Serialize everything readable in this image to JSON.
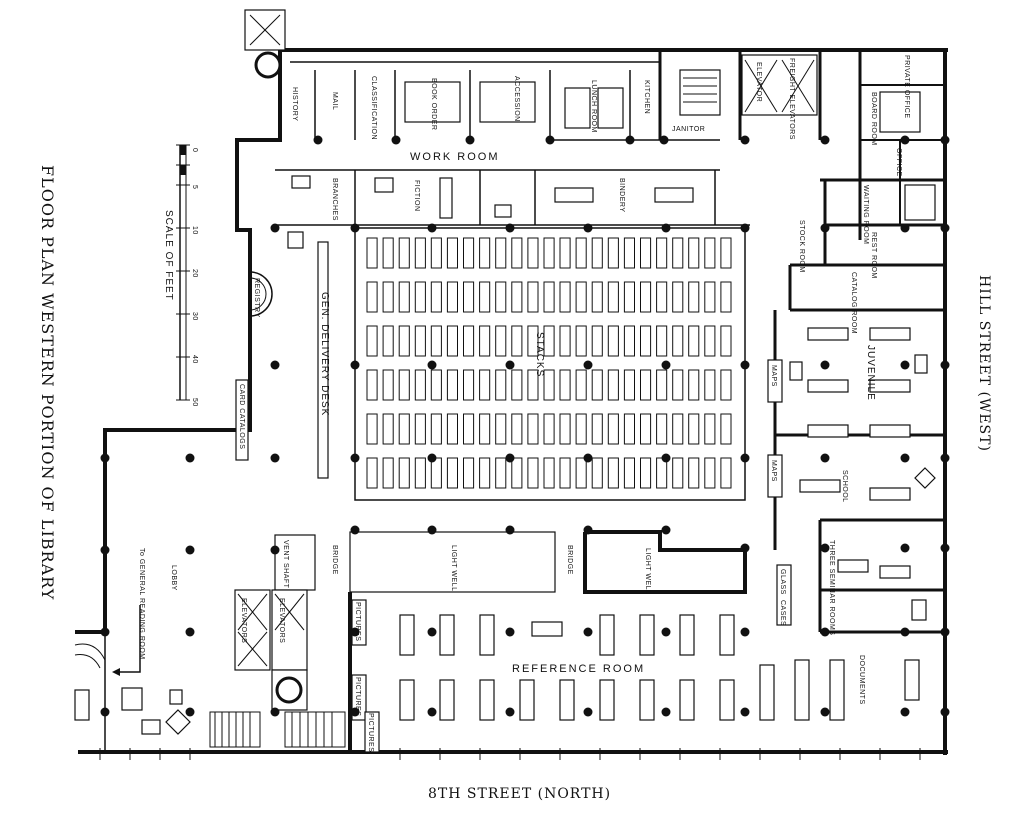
{
  "title": "FLOOR PLAN WESTERN PORTION OF LIBRARY",
  "streets": {
    "north": "8TH STREET (NORTH)",
    "west": "HILL STREET (WEST)"
  },
  "scale": {
    "label": "SCALE OF FEET",
    "ticks": [
      "0",
      "5",
      "10",
      "20",
      "30",
      "40",
      "50"
    ]
  },
  "rooms": {
    "history": "HISTORY",
    "mail": "MAIL",
    "classification": "CLASSIFICATION",
    "book_order": "BOOK ORDER",
    "accession": "ACCESSION",
    "lunch_room": "LUNCH ROOM",
    "kitchen": "KITCHEN",
    "janitor": "JANITOR",
    "elevator": "ELEVATOR",
    "freight_elevators": "FREIGHT ELEVATORS",
    "private_office": "PRIVATE OFFICE",
    "board_room": "BOARD ROOM",
    "office": "OFFICE",
    "waiting_room": "WAITING ROOM",
    "rest_room": "REST ROOM",
    "stock_room": "STOCK ROOM",
    "catalog_room": "CATALOG ROOM",
    "work_room": "WORK ROOM",
    "branches": "BRANCHES",
    "fiction": "FICTION",
    "bindery": "BINDERY",
    "registry": "REGISTRY",
    "gen_delivery_desk": "GEN. DELIVERY DESK",
    "stacks": "STACKS",
    "card_catalogs": "CARD CATALOGS",
    "juvenile": "JUVENILE",
    "maps_1": "MAPS",
    "maps_2": "MAPS",
    "school": "SCHOOL",
    "three_seminar_rooms": "THREE SEMINAR ROOMS",
    "vent_shaft": "VENT SHAFT",
    "bridge_1": "BRIDGE",
    "bridge_2": "BRIDGE",
    "light_well_1": "LIGHT WELL",
    "light_well_2": "LIGHT WELL",
    "lobby": "LOBBY",
    "to_general_reading_room": "To GENERAL READING ROOM",
    "elevators_1": "ELEVATORS",
    "elevators_2": "ELEVATORS",
    "pictures_1": "PICTURES",
    "pictures_2": "PICTURES",
    "pictures_3": "PICTURES",
    "glass_cases_1": "GLASS",
    "glass_cases_2": "CASES",
    "reference_room": "REFERENCE ROOM",
    "documents": "DOCUMENTS"
  }
}
